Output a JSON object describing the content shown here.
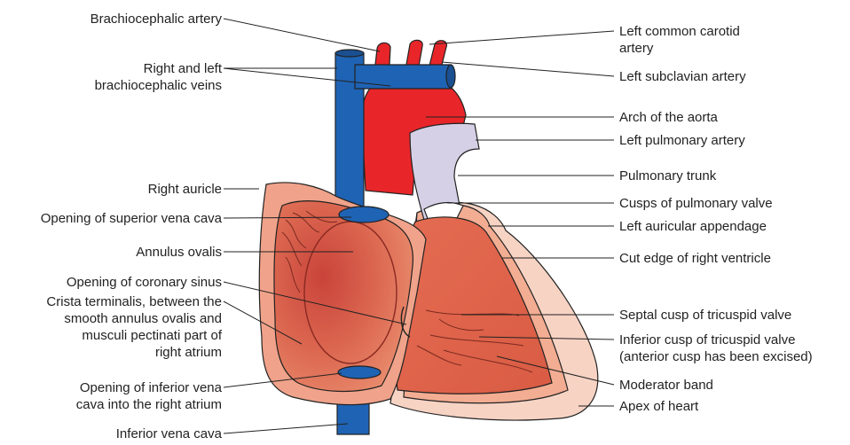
{
  "diagram": {
    "colors": {
      "vein": "#1f63b4",
      "artery": "#e8262a",
      "pulmonary": "#d6d0e6",
      "muscle": "#e5785f",
      "cut_edge": "#f3ad92",
      "pale_edge": "#f7d3c4",
      "outline": "#222222"
    },
    "labels_left": [
      {
        "id": "brachiocephalic-artery",
        "lines": [
          "Brachiocephalic artery"
        ]
      },
      {
        "id": "brachiocephalic-veins",
        "lines": [
          "Right and left",
          "brachiocephalic veins"
        ]
      },
      {
        "id": "right-auricle",
        "lines": [
          "Right auricle"
        ]
      },
      {
        "id": "opening-svc",
        "lines": [
          "Opening of superior vena cava"
        ]
      },
      {
        "id": "annulus-ovalis",
        "lines": [
          "Annulus ovalis"
        ]
      },
      {
        "id": "opening-coronary-sinus",
        "lines": [
          "Opening of coronary sinus"
        ]
      },
      {
        "id": "crista-terminalis",
        "lines": [
          "Crista terminalis, between the",
          "smooth annulus ovalis and",
          "musculi pectinati part of",
          "right atrium"
        ]
      },
      {
        "id": "opening-ivc",
        "lines": [
          "Opening of inferior vena",
          "cava into the right atrium"
        ]
      },
      {
        "id": "inferior-vena-cava",
        "lines": [
          "Inferior vena cava"
        ]
      }
    ],
    "labels_right": [
      {
        "id": "left-common-carotid",
        "lines": [
          "Left common carotid",
          "artery"
        ]
      },
      {
        "id": "left-subclavian",
        "lines": [
          "Left subclavian artery"
        ]
      },
      {
        "id": "arch-aorta",
        "lines": [
          "Arch of the aorta"
        ]
      },
      {
        "id": "left-pulmonary-artery",
        "lines": [
          "Left pulmonary artery"
        ]
      },
      {
        "id": "pulmonary-trunk",
        "lines": [
          "Pulmonary trunk"
        ]
      },
      {
        "id": "cusps-pulmonary-valve",
        "lines": [
          "Cusps of pulmonary valve"
        ]
      },
      {
        "id": "left-auricular-appendage",
        "lines": [
          "Left auricular appendage"
        ]
      },
      {
        "id": "cut-edge-right-ventricle",
        "lines": [
          "Cut edge of right ventricle"
        ]
      },
      {
        "id": "septal-cusp",
        "lines": [
          "Septal cusp of tricuspid valve"
        ]
      },
      {
        "id": "inferior-cusp",
        "lines": [
          "Inferior cusp of tricuspid valve",
          "(anterior cusp has been excised)"
        ]
      },
      {
        "id": "moderator-band",
        "lines": [
          "Moderator band"
        ]
      },
      {
        "id": "apex-heart",
        "lines": [
          "Apex of heart"
        ]
      }
    ]
  }
}
